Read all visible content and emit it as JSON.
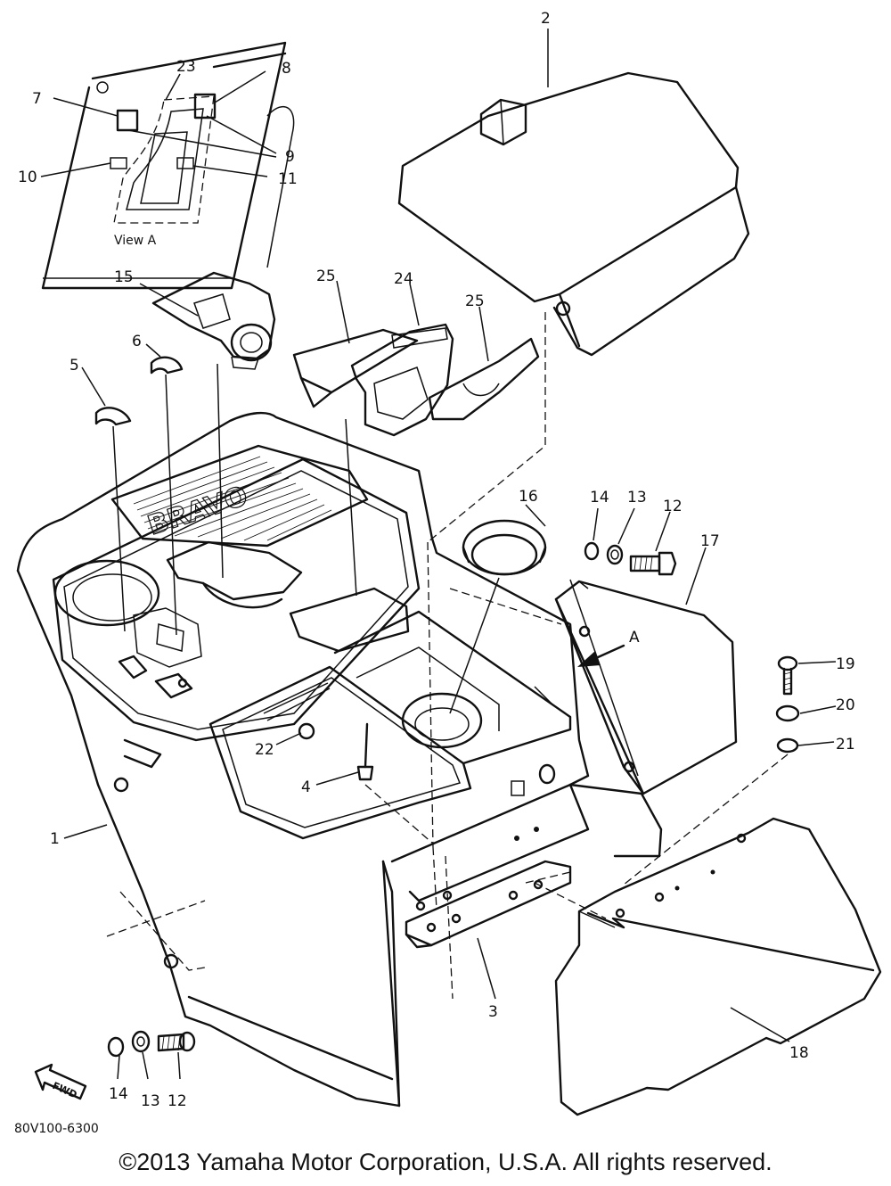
{
  "view_a_label": "View A",
  "view_a_callouts": [
    "23",
    "8",
    "7",
    "9",
    "10",
    "11"
  ],
  "part_callouts": {
    "c1": "1",
    "c2": "2",
    "c3": "3",
    "c4": "4",
    "c5": "5",
    "c6": "6",
    "c12a": "12",
    "c13a": "13",
    "c14a": "14",
    "c12b": "12",
    "c13b": "13",
    "c14b": "14",
    "c15": "15",
    "c16": "16",
    "c17": "17",
    "c18": "18",
    "c19": "19",
    "c20": "20",
    "c21": "21",
    "c22": "22",
    "c24": "24",
    "c25a": "25",
    "c25b": "25"
  },
  "view_arrow_label": "A",
  "embossed_logo": "BRAVO",
  "fwd_arrow_label": "FWD",
  "drawing_number": "80V100-6300",
  "copyright": "©2013 Yamaha Motor Corporation, U.S.A. All rights reserved."
}
